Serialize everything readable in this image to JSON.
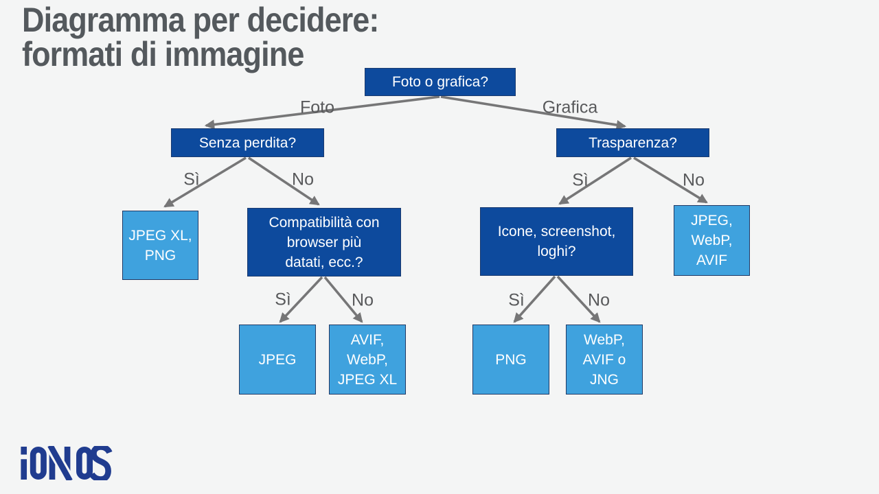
{
  "title": {
    "text": "Diagramma per decidere:\nformati di immagine"
  },
  "logo": {
    "text": "IONOS"
  },
  "colors": {
    "background": "#f4f5f5",
    "question_box": "#0d4a9d",
    "result_box": "#3fa2de",
    "box_border": "#1f3864",
    "box_text": "#ffffff",
    "arrow": "#767677",
    "edge_label": "#58595b",
    "title_text": "#54595d",
    "logo_blue": "#203c8f"
  },
  "flowchart": {
    "nodes": [
      {
        "id": "foto-o-grafica",
        "kind": "question",
        "label": "Foto o grafica?"
      },
      {
        "id": "senza-perdita",
        "kind": "question",
        "label": "Senza perdita?"
      },
      {
        "id": "trasparenza",
        "kind": "question",
        "label": "Trasparenza?"
      },
      {
        "id": "jpegxl-png",
        "kind": "result",
        "label": "JPEG XL,\nPNG"
      },
      {
        "id": "compatibilita-browser",
        "kind": "question",
        "label": "Compatibilità con\nbrowser più\ndatati, ecc.?"
      },
      {
        "id": "icone-screenshot-loghi",
        "kind": "question",
        "label": "Icone, screenshot,\nloghi?"
      },
      {
        "id": "jpeg-webp-avif",
        "kind": "result",
        "label": "JPEG,\nWebP,\nAVIF"
      },
      {
        "id": "jpeg",
        "kind": "result",
        "label": "JPEG"
      },
      {
        "id": "avif-webp-jpegxl",
        "kind": "result",
        "label": "AVIF,\nWebP,\nJPEG XL"
      },
      {
        "id": "png",
        "kind": "result",
        "label": "PNG"
      },
      {
        "id": "webp-avif-jng",
        "kind": "result",
        "label": "WebP,\nAVIF o\nJNG"
      }
    ],
    "edges": [
      {
        "from": "foto-o-grafica",
        "to": "senza-perdita",
        "label": "Foto"
      },
      {
        "from": "foto-o-grafica",
        "to": "trasparenza",
        "label": "Grafica"
      },
      {
        "from": "senza-perdita",
        "to": "jpegxl-png",
        "label": "Sì"
      },
      {
        "from": "senza-perdita",
        "to": "compatibilita-browser",
        "label": "No"
      },
      {
        "from": "trasparenza",
        "to": "icone-screenshot-loghi",
        "label": "Sì"
      },
      {
        "from": "trasparenza",
        "to": "jpeg-webp-avif",
        "label": "No"
      },
      {
        "from": "compatibilita-browser",
        "to": "jpeg",
        "label": "Sì"
      },
      {
        "from": "compatibilita-browser",
        "to": "avif-webp-jpegxl",
        "label": "No"
      },
      {
        "from": "icone-screenshot-loghi",
        "to": "png",
        "label": "Sì"
      },
      {
        "from": "icone-screenshot-loghi",
        "to": "webp-avif-jng",
        "label": "No"
      }
    ]
  }
}
